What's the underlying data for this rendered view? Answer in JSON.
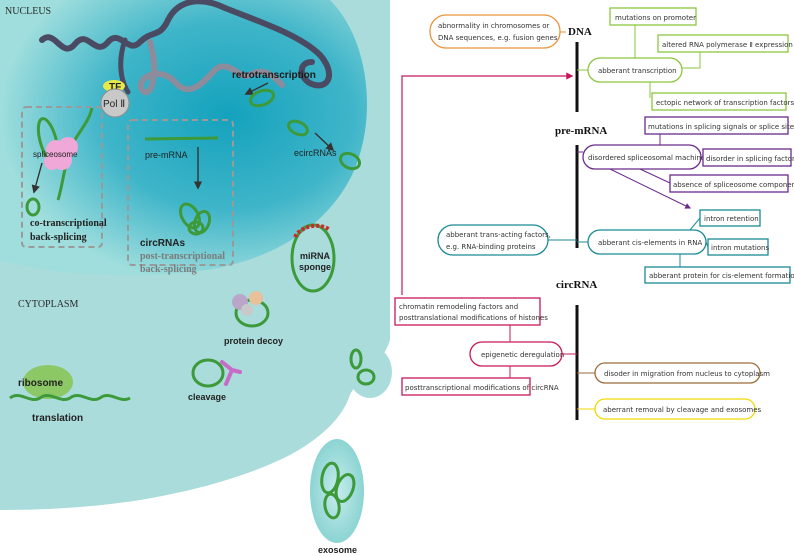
{
  "colors": {
    "cytoplasm": "#a9dcdb",
    "nucleus_outer": "#6fc9d2",
    "nucleus_inner": "#1fa6bf",
    "circ_green": "#3d9a3a",
    "dna_dark": "#4a4a63",
    "dna_light": "#8c8c9c",
    "orange": "#e8923a",
    "light_green": "#8cc63f",
    "purple": "#6b2a8c",
    "teal": "#1a8a96",
    "crimson": "#c8185a",
    "brown": "#9a6a3a",
    "yellow": "#f0d800"
  },
  "left": {
    "nucleus_label": "NUCLEUS",
    "cytoplasm_label": "CYTOPLASM",
    "tf_label": "TF",
    "pol_label": "Pol Ⅱ",
    "retrotranscription": "retrotranscription",
    "spliceosome": "spliceosome",
    "co_transcriptional_1": "co-transcriptional",
    "co_transcriptional_2": "back-splicing",
    "pre_mrna": "pre-mRNA",
    "circrnas": "circRNAs",
    "post_transcriptional_1": "post-transcriptional",
    "post_transcriptional_2": "back-splicing",
    "ecircrnas": "ecircRNAs",
    "mirna_sponge_1": "miRNA",
    "mirna_sponge_2": "sponge",
    "protein_decoy": "protein decoy",
    "ribosome": "ribosome",
    "translation": "translation",
    "cleavage": "cleavage",
    "exosome": "exosome"
  },
  "axis": {
    "dna": "DNA",
    "pre_mrna": "pre-mRNA",
    "circrna": "circRNA"
  },
  "boxes": {
    "abnormality_1": "abnormality in chromosomes or",
    "abnormality_2": "DNA sequences, e.g. fusion genes",
    "mutations_promoter": "mutations on promoter",
    "altered_pol": "altered RNA polymerase Ⅱ expression",
    "aberrant_transcription": "abberant transcription",
    "ectopic_network": "ectopic network of transcription factors",
    "mutations_splicing": "mutations in splicing signals or splice sites",
    "disordered_spliceosome": "disordered spliceosomal machinery",
    "disorder_splicing_factors": "disorder in splicing factors",
    "absence_spliceosome": "absence of spliceosome components",
    "trans_acting_1": "abberant trans-acting factors,",
    "trans_acting_2": "e.g. RNA-binding proteins",
    "intron_retention": "intron retention",
    "cis_elements": "abberant cis-elements in RNA",
    "intron_mutations": "intron mutations",
    "abberant_protein": "abberant protein for cis-element formation",
    "chromatin_1": "chromatin remodeling factors and",
    "chromatin_2": "posttranslational modifications of histones",
    "epigenetic": "epigenetic deregulation",
    "posttranscriptional_circ": "posttranscriptional modifications of circRNA",
    "migration": "disoder in migration from nucleus to cytoplasm",
    "removal": "aberrant removal by cleavage and exosomes"
  }
}
